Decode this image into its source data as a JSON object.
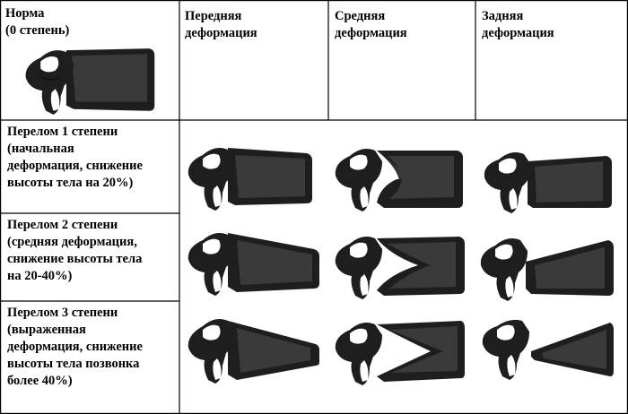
{
  "header": {
    "norm_label": "Норма\n(0 степень)",
    "columns": [
      "Передняя\nдеформация",
      "Средняя\nдеформация",
      "Задняя\nдеформация"
    ]
  },
  "rows": [
    {
      "label": "Перелом 1 степени\n(начальная\nдеформация, снижение\nвысоты тела на 20%)"
    },
    {
      "label": "Перелом 2 степени\n(средняя деформация,\nснижение высоты тела\nна 20-40%)"
    },
    {
      "label": "Перелом 3 степени\n(выраженная\nдеформация, снижение\nвысоты тела позвонка\nболее 40%)"
    }
  ],
  "colors": {
    "border": "#000000",
    "ink": "#1e1e1e"
  }
}
